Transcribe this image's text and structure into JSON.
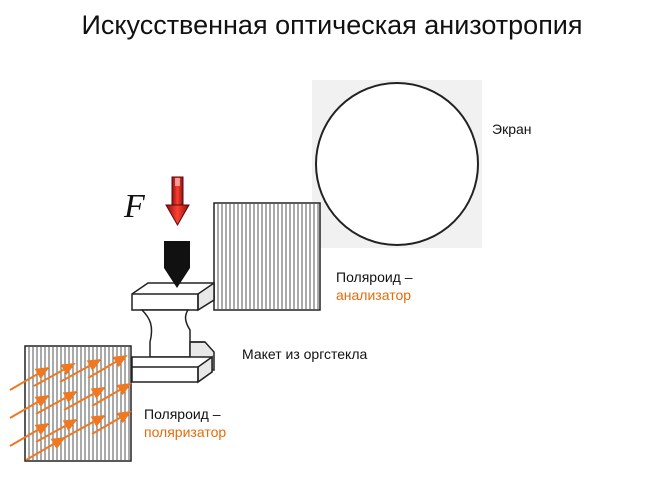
{
  "title": "Искусственная оптическая анизотропия",
  "force_label": "F",
  "labels": {
    "screen": "Экран",
    "analyzer_line1": "Поляроид –",
    "analyzer_line2": "анализатор",
    "model": "Макет из оргстекла",
    "polarizer_line1": "Поляроид –",
    "polarizer_line2": "поляризатор"
  },
  "colors": {
    "accent_text": "#e46c0a",
    "arrow": "#f07820",
    "force_arrow": "#e03020",
    "outline": "#222222"
  },
  "icons": {
    "force": "down-arrow-icon",
    "press": "press-tip-icon"
  }
}
